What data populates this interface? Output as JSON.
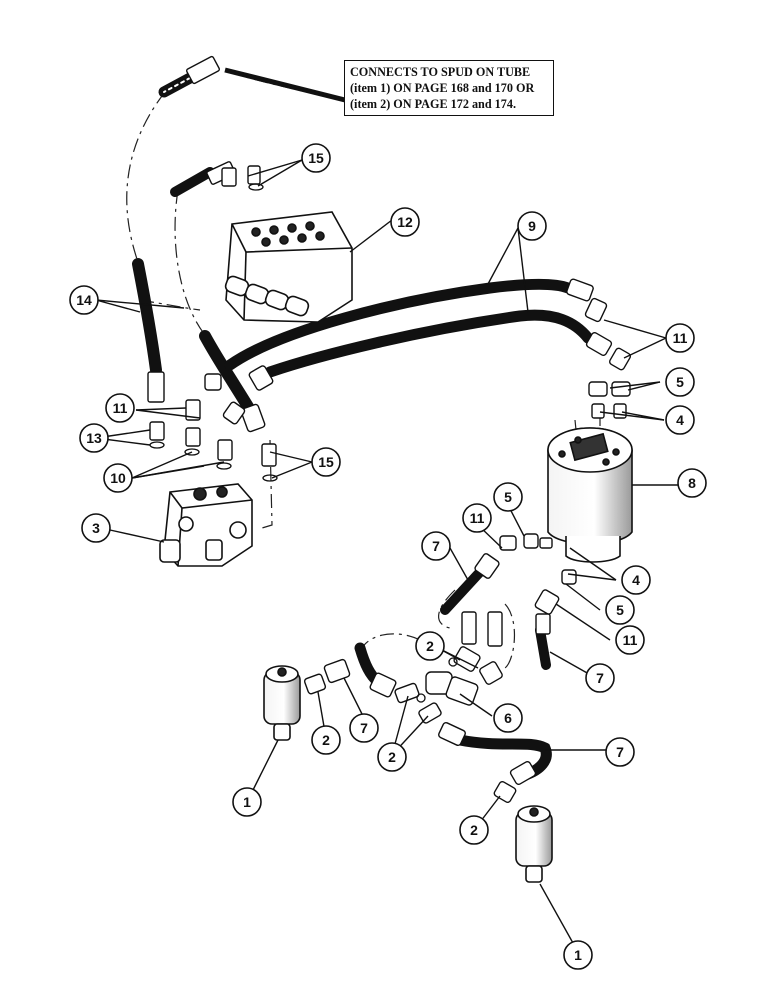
{
  "note": {
    "lines": [
      "CONNECTS TO SPUD ON TUBE",
      "(item 1) ON PAGE 168 and 170 OR",
      "(item 2) ON PAGE 172 and 174."
    ]
  },
  "callouts": [
    {
      "id": "c1a",
      "label": "1"
    },
    {
      "id": "c1b",
      "label": "1"
    },
    {
      "id": "c2a",
      "label": "2"
    },
    {
      "id": "c2b",
      "label": "2"
    },
    {
      "id": "c2c",
      "label": "2"
    },
    {
      "id": "c2d",
      "label": "2"
    },
    {
      "id": "c3",
      "label": "3"
    },
    {
      "id": "c4a",
      "label": "4"
    },
    {
      "id": "c4b",
      "label": "4"
    },
    {
      "id": "c5a",
      "label": "5"
    },
    {
      "id": "c5b",
      "label": "5"
    },
    {
      "id": "c5c",
      "label": "5"
    },
    {
      "id": "c6",
      "label": "6"
    },
    {
      "id": "c7a",
      "label": "7"
    },
    {
      "id": "c7b",
      "label": "7"
    },
    {
      "id": "c7c",
      "label": "7"
    },
    {
      "id": "c7d",
      "label": "7"
    },
    {
      "id": "c8",
      "label": "8"
    },
    {
      "id": "c9",
      "label": "9"
    },
    {
      "id": "c10",
      "label": "10"
    },
    {
      "id": "c11a",
      "label": "11"
    },
    {
      "id": "c11b",
      "label": "11"
    },
    {
      "id": "c11c",
      "label": "11"
    },
    {
      "id": "c11d",
      "label": "11"
    },
    {
      "id": "c12",
      "label": "12"
    },
    {
      "id": "c13",
      "label": "13"
    },
    {
      "id": "c14",
      "label": "14"
    },
    {
      "id": "c15a",
      "label": "15"
    },
    {
      "id": "c15b",
      "label": "15"
    }
  ]
}
